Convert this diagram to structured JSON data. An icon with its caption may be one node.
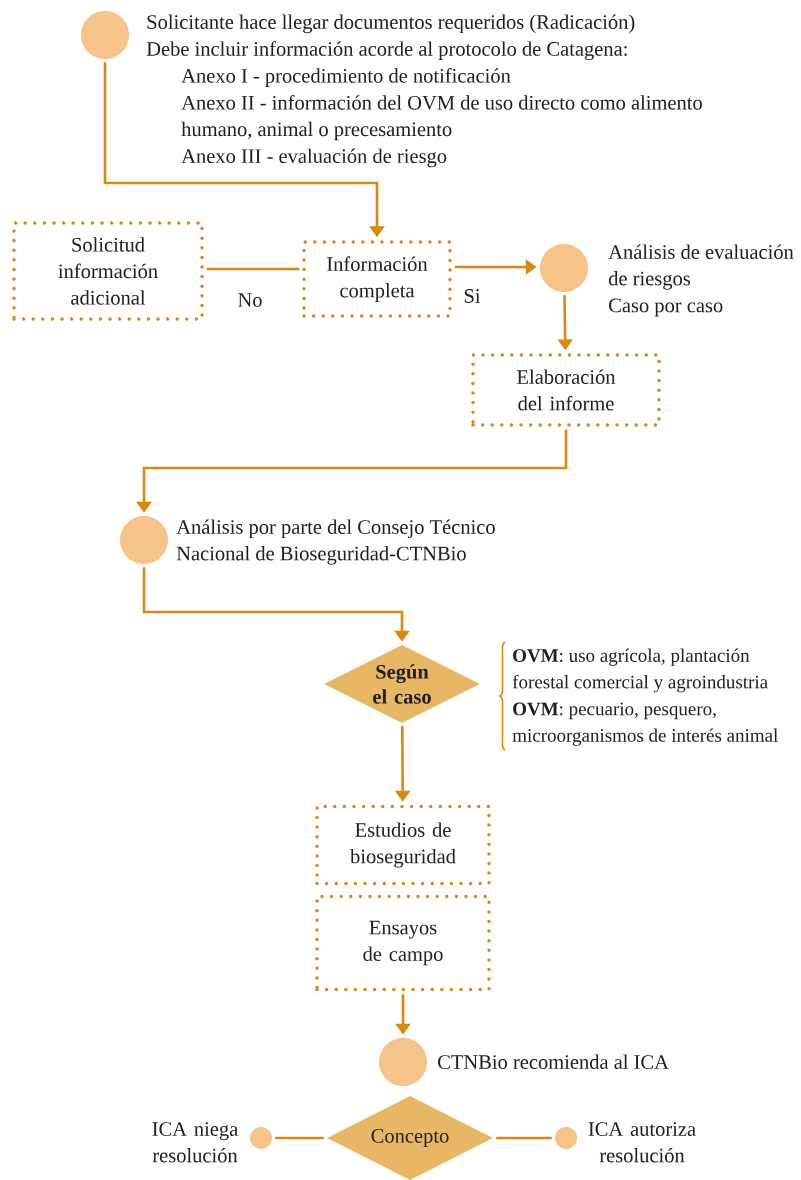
{
  "diagram": {
    "nodes": [
      {
        "text": [],
        "shape": "circle",
        "beside": [
          "Solicitante hace llegar documentos requeridos (Radicación)",
          "Debe incluir información acorde al protocolo de Catagena:",
          "Anexo I - procedimiento de notificación",
          "Anexo II - información del OVM de uso directo como alimento humano, animal o precesamiento",
          "Anexo III - evaluación de riesgo"
        ]
      },
      {
        "text": [
          "Solicitud información adicional"
        ]
      },
      {
        "text": [
          "Información completa"
        ]
      },
      {
        "text": [],
        "shape": "circle",
        "beside": [
          "Análisis de evaluación de riesgos",
          "Caso por caso"
        ]
      },
      {
        "text": [
          "Elaboración del informe"
        ]
      },
      {
        "text": [],
        "shape": "circle",
        "beside": [
          "Análisis por parte del Consejo Técnico Nacional de Bioseguridad-CTNBio"
        ]
      },
      {
        "text": [
          "Según el caso"
        ],
        "beside": [
          "**OVM**: uso agrícola, plantación forestal comercial y agroindustria",
          "**OVM**: pecuario, pesquero, microorganismos de interés animal"
        ]
      },
      {
        "text": [
          "Estudios de bioseguridad"
        ]
      },
      {
        "text": [
          "Ensayos de campo"
        ]
      },
      {
        "text": [],
        "shape": "circle",
        "beside": [
          "CTNBio recomienda al ICA"
        ]
      },
      {
        "text": [
          "Concepto"
        ]
      },
      {
        "text": [],
        "shape": "circle",
        "beside": [
          "ICA niega resolución"
        ]
      },
      {
        "text": [],
        "shape": "circle",
        "beside": [
          "ICA autoriza resolución"
        ]
      }
    ],
    "edges": [
      {
        "from": 0,
        "to": 2,
        "arrow": "to"
      },
      {
        "from": 2,
        "to": 1,
        "arrow": "none",
        "label": "No"
      },
      {
        "from": 2,
        "to": 3,
        "arrow": "to",
        "label": "Si"
      },
      {
        "from": 3,
        "to": 4,
        "arrow": "to"
      },
      {
        "from": 4,
        "to": 5,
        "arrow": "to"
      },
      {
        "from": 5,
        "to": 6,
        "arrow": "to"
      },
      {
        "from": 6,
        "to": 7,
        "arrow": "to"
      },
      {
        "from": 8,
        "to": 9,
        "arrow": "to"
      },
      {
        "from": 10,
        "to": 11,
        "arrow": "none"
      },
      {
        "from": 10,
        "to": 12,
        "arrow": "none"
      }
    ]
  }
}
